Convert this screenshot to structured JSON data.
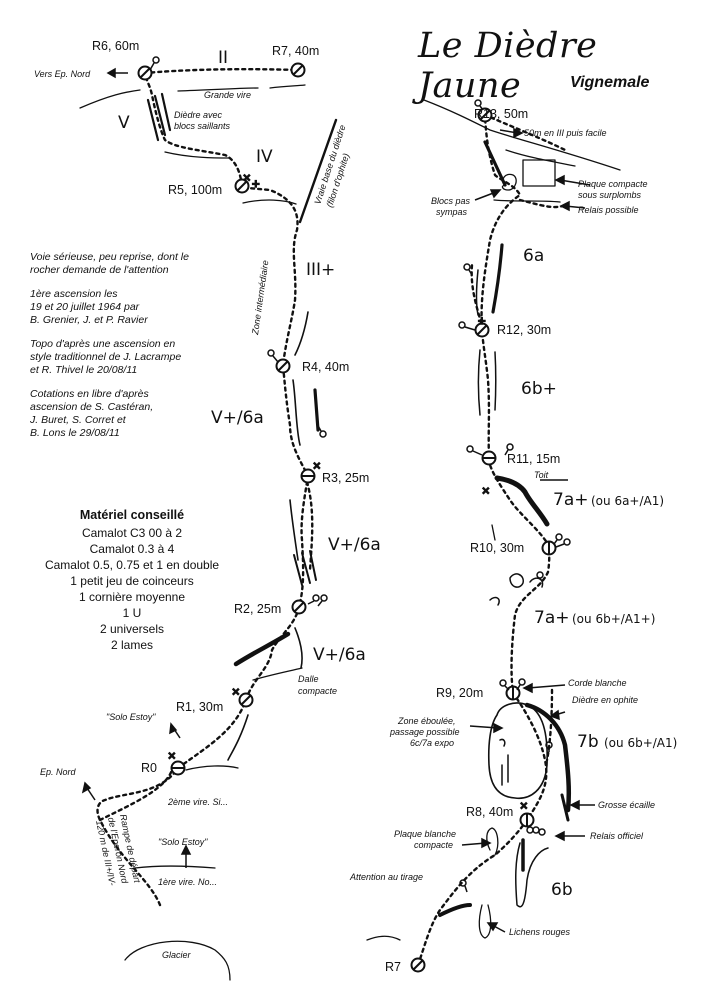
{
  "header": {
    "title": "Le Dièdre Jaune",
    "subtitle": "Vignemale"
  },
  "notes": [
    "Voie sérieuse, peu reprise, dont le",
    "rocher demande de l'attention",
    "1ère ascension les",
    "19 et 20 juillet 1964 par",
    "B. Grenier, J. et P. Ravier",
    "Topo d'après une ascension en",
    "style traditionnel de J. Lacrampe",
    "et R. Thivel le 20/08/11",
    "Cotations en libre d'après",
    "ascension de S. Castéran,",
    "J. Buret, S. Corret et",
    "B. Lons le 29/08/11"
  ],
  "materiel": {
    "title": "Matériel conseillé",
    "items": [
      "Camalot C3 00 à 2",
      "Camalot 0.3 à 4",
      "Camalot 0.5, 0.75 et 1 en double",
      "1 petit jeu de coinceurs",
      "1 cornière moyenne",
      "1 U",
      "2 universels",
      "2 lames"
    ]
  },
  "left": {
    "relays": [
      "R6, 60m",
      "R7, 40m",
      "R5, 100m",
      "R4, 40m",
      "R3, 25m",
      "R2, 25m",
      "R1, 30m",
      "R0"
    ],
    "grades": [
      "II",
      "V",
      "IV",
      "III+",
      "V+/6a",
      "V+/6a",
      "V+/6a"
    ],
    "labels": {
      "vers_ep_nord": "Vers Ep. Nord",
      "grande_vire": "Grande vire",
      "diedre_blocs_1": "Dièdre avec",
      "diedre_blocs_2": "blocs saillants",
      "vraie_base_1": "Vraie base du dièdre",
      "vraie_base_2": "(filon d'ophite)",
      "zone_intermediaire": "Zone intermédiaire",
      "dalle_1": "Dalle",
      "dalle_2": "compacte",
      "solo_estoy_1": "\"Solo Estoy\"",
      "solo_estoy_2": "\"Solo Estoy\"",
      "ep_nord": "Ep. Nord",
      "vire2": "2ème vire. Si...",
      "vire1": "1ère vire. No...",
      "rampe_1": "Rampe de départ",
      "rampe_2": "de l'Eperon Nord",
      "rampe_3": "120 m de III+/IV-",
      "glacier": "Glacier"
    }
  },
  "right": {
    "relays": [
      "R13, 50m",
      "R12, 30m",
      "R11, 15m",
      "R10, 30m",
      "R9, 20m",
      "R8, 40m",
      "R7"
    ],
    "grades": [
      "6a",
      "6b+",
      "7a+",
      "(ou 6a+/A1)",
      "7a+",
      "(ou 6b+/A1+)",
      "7b",
      "(ou 6b+/A1)",
      "6b"
    ],
    "labels": {
      "fifty_m": "50m en III puis facile",
      "plaque_1": "Plaque compacte",
      "plaque_2": "sous surplombs",
      "relais_possible": "Relais possible",
      "blocs_1": "Blocs pas",
      "blocs_2": "sympas",
      "toit": "Toit",
      "corde_blanche": "Corde blanche",
      "diedre_ophite": "Dièdre en ophite",
      "zone_eboulee_1": "Zone éboulée,",
      "zone_eboulee_2": "passage possible",
      "zone_eboulee_3": "6c/7a expo",
      "grosse_ecaille": "Grosse écaille",
      "relais_officiel": "Relais officiel",
      "plaque_blanche_1": "Plaque blanche",
      "plaque_blanche_2": "compacte",
      "attention": "Attention au tirage",
      "lichens": "Lichens rouges"
    }
  }
}
